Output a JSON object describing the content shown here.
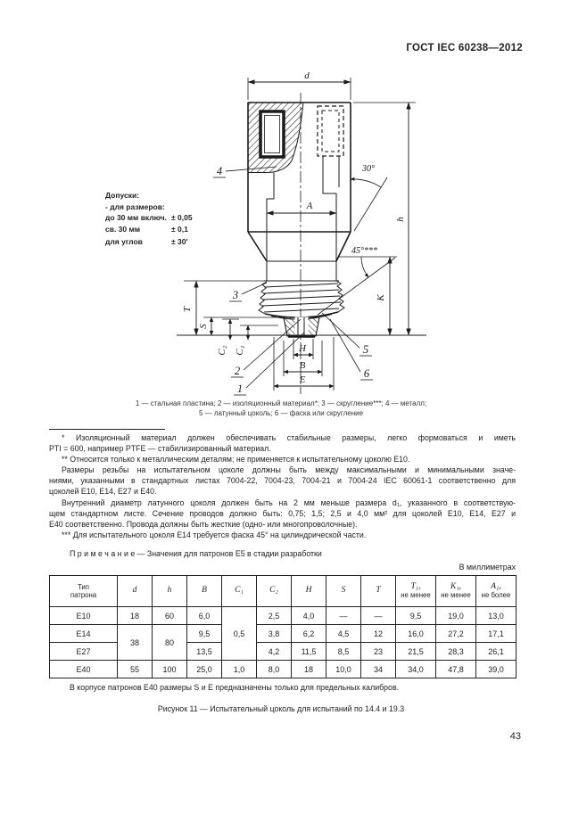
{
  "page": {
    "header": "ГОСТ IEC 60238—2012",
    "page_number": "43"
  },
  "drawing": {
    "tolerances": {
      "title": "Допуски:",
      "subtitle": "- для размеров:",
      "rows": [
        {
          "label": "до 30 мм включ.",
          "value": "± 0,05"
        },
        {
          "label": "св. 30 мм",
          "value": "± 0,1"
        },
        {
          "label": "для углов",
          "value": "± 30'"
        }
      ]
    },
    "labels": {
      "d": "d",
      "A": "A",
      "h": "h",
      "K": "K",
      "T": "T",
      "S": "S",
      "C2": "C₂",
      "C1": "C₁",
      "H": "H",
      "B": "B",
      "E": "E",
      "angle30": "30°",
      "angle45": "45°***"
    },
    "callouts": {
      "c1": "1",
      "c2": "2",
      "c3": "3",
      "c4": "4",
      "c5": "5",
      "c6": "6"
    },
    "legend": {
      "line1": "1 — стальная пластина; 2 — изоляционный материал*; 3 — скругление***; 4 — металл;",
      "line2": "5 — латунный цоколь; 6 — фаска или скругление"
    }
  },
  "footnotes": {
    "lines": [
      "* Изоляционный материал должен обеспечивать стабильные размеры, легко формоваться и иметь",
      "PTI = 600, например PTFE — стабилизированный материал.",
      "** Относится только к металлическим деталям; не применяется к испытательному цоколю Е10.",
      "Размеры резьбы на испытательном цоколе должны быть между максимальными и минимальными значе-",
      "ниями, указанными в стандартных листах 7004-22, 7004-23, 7004-21 и 7004-24 IEC 60061-1 соответственно для",
      "цоколей Е10, Е14, Е27 и Е40.",
      "Внутренний диаметр латунного цоколя должен быть на 2 мм меньше размера d₁, указанного в соответствую-",
      "щем стандартном листе. Сечение проводов должно быть: 0,75; 1,5; 2,5 и 4,0 мм² для цоколей Е10, Е14, Е27 и",
      "Е40 соответственно. Провода должны быть жесткие (одно- или многопроволочные).",
      "*** Для испытательного цоколя Е14 требуется фаска 45° на цилиндрической части."
    ]
  },
  "note": "П р и м е ч а н и е — Значения для патронов Е5 в стадии разработки",
  "units_label": "В миллиметрах",
  "table": {
    "headers": [
      {
        "l1": "Тип",
        "l2": "патрона"
      },
      {
        "l1": "d"
      },
      {
        "l1": "h"
      },
      {
        "l1": "B"
      },
      {
        "l1": "C₁"
      },
      {
        "l1": "C₂"
      },
      {
        "l1": "H"
      },
      {
        "l1": "S"
      },
      {
        "l1": "T"
      },
      {
        "l1": "T₁,",
        "l2": "не менее"
      },
      {
        "l1": "K₁,",
        "l2": "не менее"
      },
      {
        "l1": "A₁,",
        "l2": "не более"
      }
    ],
    "rows": [
      {
        "type": "Е10",
        "d": "18",
        "h": "60",
        "B": "6,0",
        "C1": "0,5",
        "C2": "2,5",
        "H": "4,0",
        "S": "—",
        "T": "—",
        "T1": "9,5",
        "K1": "19,0",
        "A1": "13,0"
      },
      {
        "type": "Е14",
        "d": "38",
        "h": "80",
        "B": "9,5",
        "C2": "3,8",
        "H": "6,2",
        "S": "4,5",
        "T": "12",
        "T1": "16,0",
        "K1": "27,2",
        "A1": "17,1"
      },
      {
        "type": "Е27",
        "B": "13,5",
        "C2": "4,2",
        "H": "11,5",
        "S": "8,5",
        "T": "23",
        "T1": "21,5",
        "K1": "28,3",
        "A1": "26,1"
      },
      {
        "type": "Е40",
        "d": "55",
        "h": "100",
        "B": "25,0",
        "C1": "1,0",
        "C2": "8,0",
        "H": "18",
        "S": "10,0",
        "T": "34",
        "T1": "34,0",
        "K1": "47,8",
        "A1": "39,0"
      }
    ]
  },
  "after_table": "В корпусе патронов Е40 размеры S и Е предназначены только для предельных калибров.",
  "figure_caption": "Рисунок 11 — Испытательный цоколь для испытаний по 14.4 и 19.3"
}
